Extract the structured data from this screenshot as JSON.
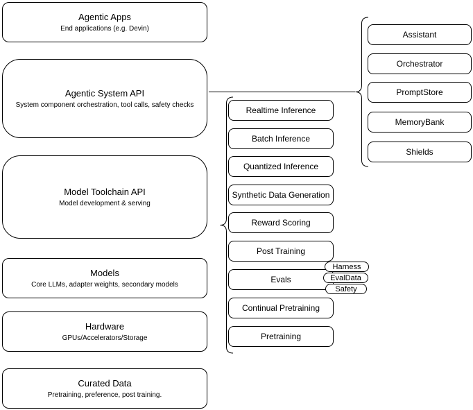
{
  "stack": [
    {
      "title": "Agentic Apps",
      "subtitle": "End applications (e.g. Devin)"
    },
    {
      "title": "Agentic System API",
      "subtitle": "System component orchestration, tool calls, safety checks"
    },
    {
      "title": "Model Toolchain API",
      "subtitle": "Model development & serving"
    },
    {
      "title": "Models",
      "subtitle": "Core LLMs, adapter weights, secondary models"
    },
    {
      "title": "Hardware",
      "subtitle": "GPUs/Accelerators/Storage"
    },
    {
      "title": "Curated Data",
      "subtitle": "Pretraining, preference, post training."
    }
  ],
  "toolchain": {
    "items": [
      "Realtime Inference",
      "Batch Inference",
      "Quantized Inference",
      "Synthetic Data Generation",
      "Reward Scoring",
      "Post Training",
      "Evals",
      "Continual Pretraining",
      "Pretraining"
    ]
  },
  "evals_tags": [
    "Harness",
    "EvalData",
    "Safety"
  ],
  "system_api": {
    "items": [
      "Assistant",
      "Orchestrator",
      "PromptStore",
      "MemoryBank",
      "Shields"
    ]
  },
  "colors": {
    "stroke": "#000000",
    "fill": "#ffffff",
    "background": "#ffffff"
  }
}
